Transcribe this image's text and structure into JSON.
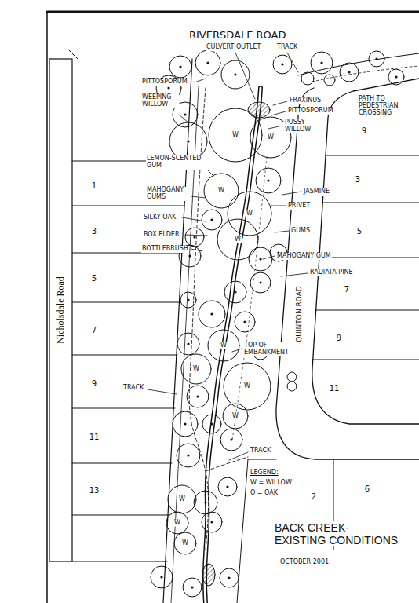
{
  "diagram": {
    "title": "BACK CREEK- EXISTING CONDITIONS",
    "labels": [
      "RIVERSDALE ROAD",
      "CULVERT OUTLET",
      "TRACK",
      "PITTOSPORUM",
      "WEEPING WILLOW",
      "FRAXINUS",
      "PITTOSPORUM",
      "PATH TO PEDESTRIAN CROSSING",
      "PUSSY WILLOW",
      "LEMON-SCENTED GUM",
      "JASMINE",
      "PRIVET",
      "MAHOGANY GUMS",
      "SILKY OAK",
      "BOX ELDER",
      "BOTTLEBRUSH",
      "GUMS",
      "MAHOGANY GUM",
      "RADIATA PINE",
      "QUINTON ROAD",
      "TOP OF EMBANKMENT",
      "TRACK",
      "TRACK",
      "LEGEND:",
      "OCTOBER 2001",
      "Nicholsdale Road",
      "1",
      "3",
      "5",
      "7",
      "9",
      "11",
      "13",
      "9",
      "3",
      "5",
      "7",
      "9",
      "11",
      "2",
      "6",
      "W",
      "W",
      "W",
      "W",
      "W",
      "W",
      "W",
      "W",
      "W",
      "W",
      "W",
      "W"
    ],
    "legend": [
      {
        "text": "W = WILLOW"
      },
      {
        "text": "O = OAK"
      }
    ]
  }
}
